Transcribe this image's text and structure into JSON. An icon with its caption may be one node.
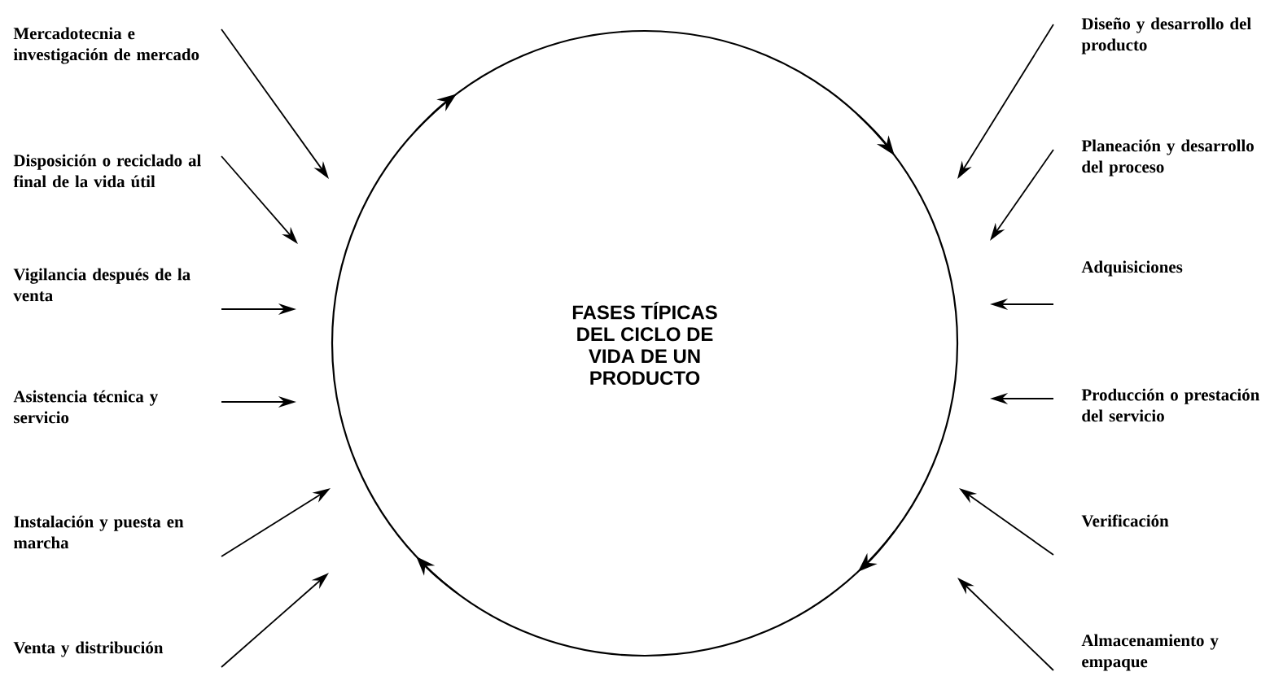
{
  "diagram": {
    "nodes": [
      {
        "text": [
          "FASES TÍPICAS DEL CICLO DE VIDA DE UN PRODUCTO"
        ]
      },
      {
        "text": [
          "Mercadotecnia e investigación de mercado"
        ]
      },
      {
        "text": [
          "Disposición o reciclado al final de la vida útil"
        ]
      },
      {
        "text": [
          "Vigilancia después de la venta"
        ]
      },
      {
        "text": [
          "Asistencia técnica y servicio"
        ]
      },
      {
        "text": [
          "Instalación y puesta en marcha"
        ]
      },
      {
        "text": [
          "Venta y distribución"
        ]
      },
      {
        "text": [
          "Diseño y desarrollo del producto"
        ]
      },
      {
        "text": [
          "Planeación y desarrollo del proceso"
        ]
      },
      {
        "text": [
          "Adquisiciones"
        ]
      },
      {
        "text": [
          "Producción o prestación del servicio"
        ]
      },
      {
        "text": [
          "Verificación"
        ]
      },
      {
        "text": [
          "Almacenamiento y empaque"
        ]
      }
    ],
    "edges": [
      {
        "from": 1,
        "to": 0,
        "arrow": "to"
      },
      {
        "from": 2,
        "to": 0,
        "arrow": "to"
      },
      {
        "from": 3,
        "to": 0,
        "arrow": "to"
      },
      {
        "from": 4,
        "to": 0,
        "arrow": "to"
      },
      {
        "from": 5,
        "to": 0,
        "arrow": "to"
      },
      {
        "from": 6,
        "to": 0,
        "arrow": "to"
      },
      {
        "from": 7,
        "to": 0,
        "arrow": "to"
      },
      {
        "from": 8,
        "to": 0,
        "arrow": "to"
      },
      {
        "from": 9,
        "to": 0,
        "arrow": "to"
      },
      {
        "from": 10,
        "to": 0,
        "arrow": "to"
      },
      {
        "from": 11,
        "to": 0,
        "arrow": "to"
      },
      {
        "from": 12,
        "to": 0,
        "arrow": "to"
      }
    ]
  }
}
